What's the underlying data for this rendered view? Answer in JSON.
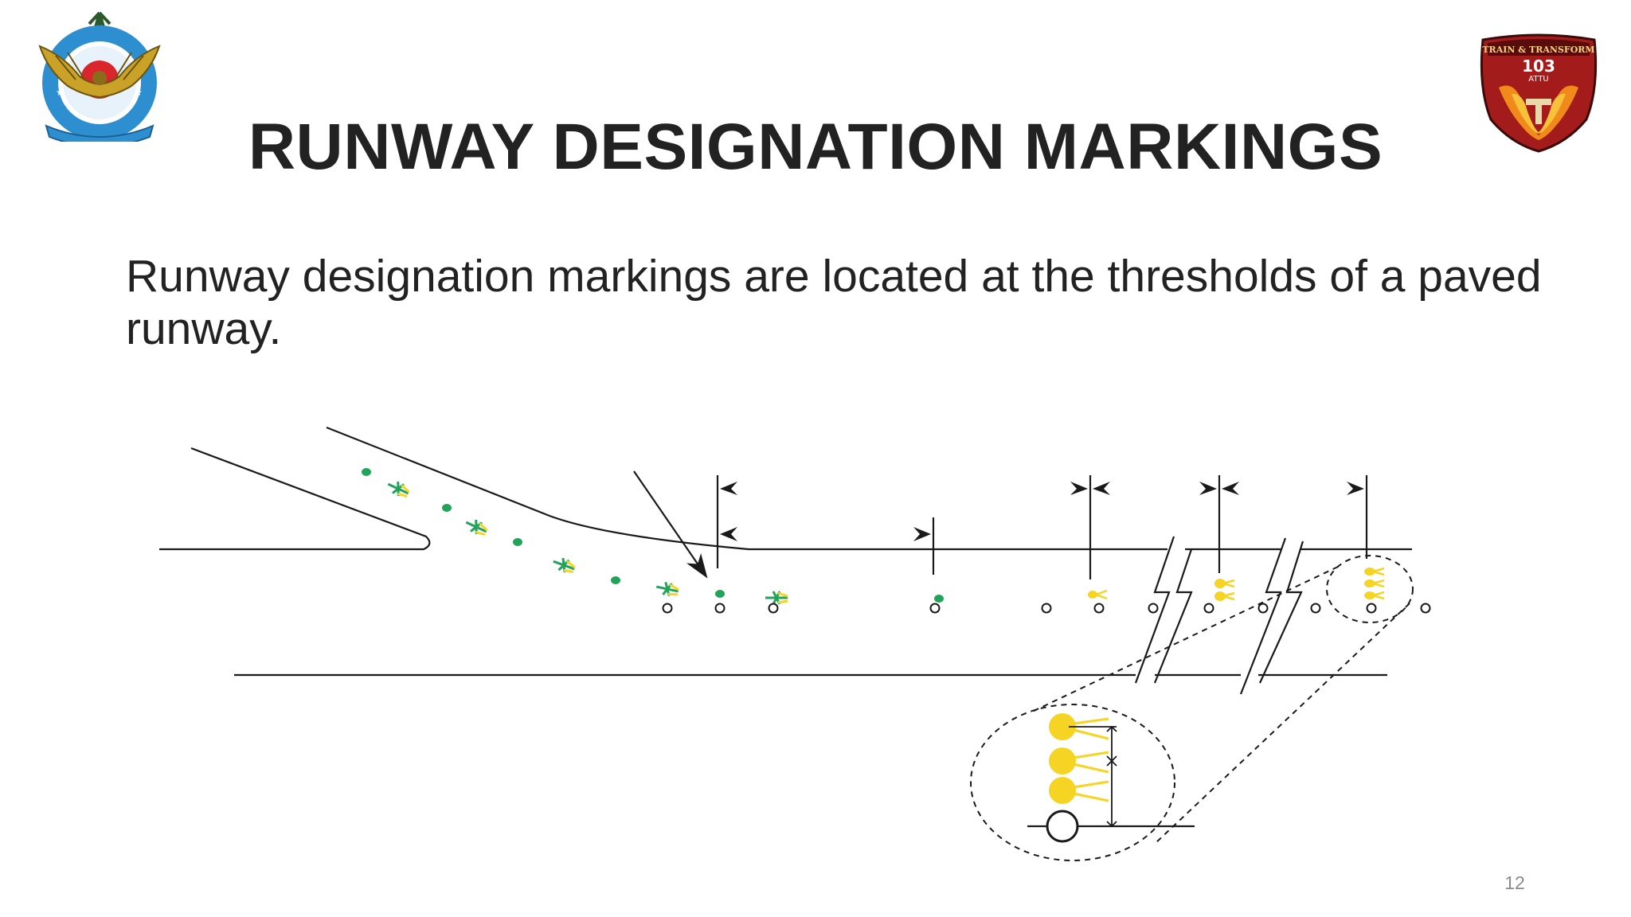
{
  "slide": {
    "title": "RUNWAY DESIGNATION MARKINGS",
    "body": "Runway designation markings are located at the  thresholds of a paved runway.",
    "page_number": "12"
  },
  "logos": {
    "left": {
      "icon": "eagle-emblem-icon"
    },
    "right": {
      "icon": "unit-103-badge-icon",
      "text_top": "TRAIN & TRANSFORM",
      "text_number": "103",
      "text_sub": "ATTU"
    }
  },
  "colors": {
    "text": "#222222",
    "page_number": "#8a8a8a",
    "marker_green": "#21a35a",
    "marker_yellow": "#f5d423",
    "line": "#1a1a1a",
    "badge_red": "#8b1a1a"
  }
}
